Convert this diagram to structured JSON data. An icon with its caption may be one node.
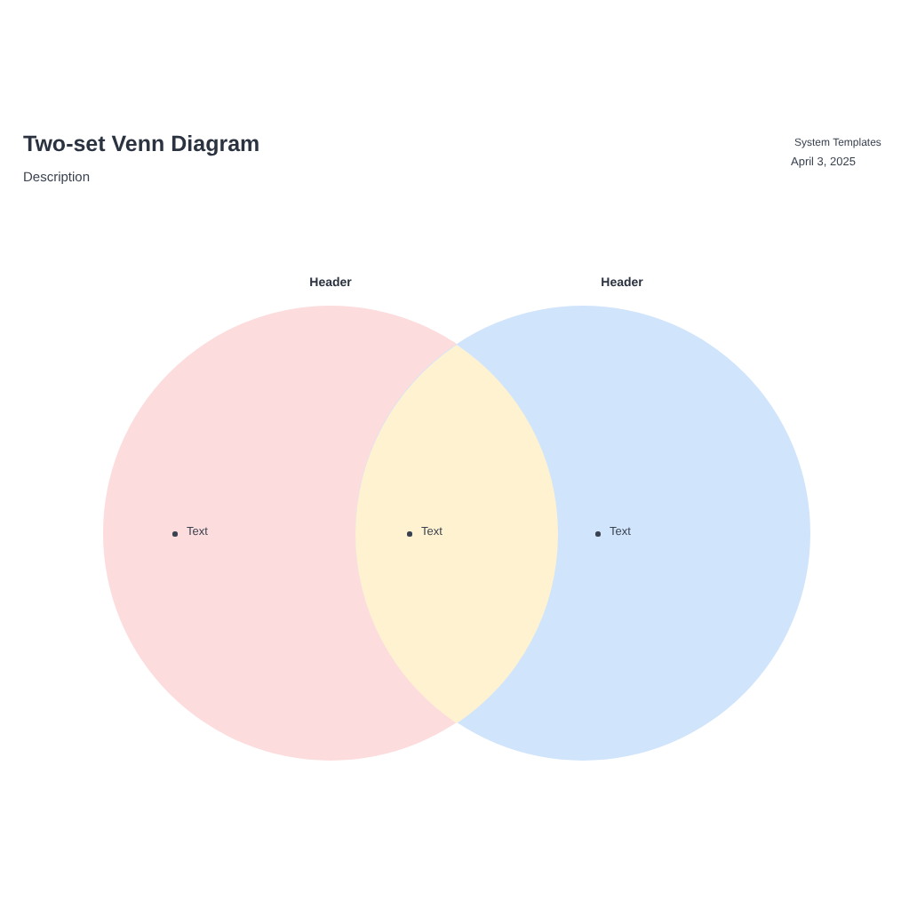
{
  "diagram": {
    "title": "Two-set Venn Diagram",
    "nodes": [
      {
        "text": [
          "Header",
          "Text"
        ]
      },
      {
        "text": [
          "Text"
        ]
      },
      {
        "text": [
          "Header",
          "Text"
        ]
      }
    ],
    "labels": [
      "Description",
      "System Templates",
      "April 3, 2025"
    ]
  }
}
